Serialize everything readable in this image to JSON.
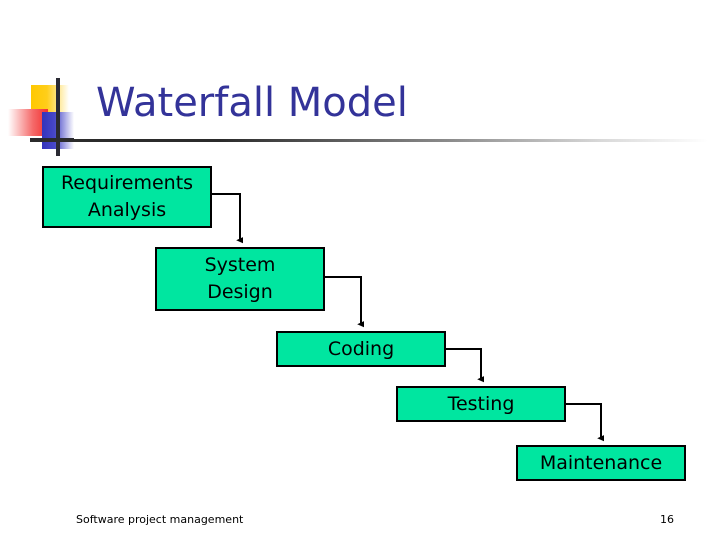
{
  "slide": {
    "title": "Waterfall Model",
    "title_color": "#333399",
    "background_color": "#ffffff"
  },
  "logo": {
    "yellow_color": "#FFC800",
    "red_color": "#F23030",
    "blue_color": "#3333BB",
    "line_color": "#2a2a33"
  },
  "diagram": {
    "type": "flowchart",
    "orientation": "cascading-waterfall",
    "node_fill_color": "#00E6A0",
    "node_border_color": "#000000",
    "connector_color": "#000000",
    "nodes": [
      {
        "id": "requirements",
        "label_line1": "Requirements",
        "label_line2": "Analysis"
      },
      {
        "id": "design",
        "label_line1": "System",
        "label_line2": "Design"
      },
      {
        "id": "coding",
        "label_line1": "Coding",
        "label_line2": ""
      },
      {
        "id": "testing",
        "label_line1": "Testing",
        "label_line2": ""
      },
      {
        "id": "maintenance",
        "label_line1": "Maintenance",
        "label_line2": ""
      }
    ],
    "edges": [
      {
        "from": "requirements",
        "to": "design"
      },
      {
        "from": "design",
        "to": "coding"
      },
      {
        "from": "coding",
        "to": "testing"
      },
      {
        "from": "testing",
        "to": "maintenance"
      }
    ]
  },
  "footer": {
    "text": "Software project management",
    "page_number": "16"
  }
}
